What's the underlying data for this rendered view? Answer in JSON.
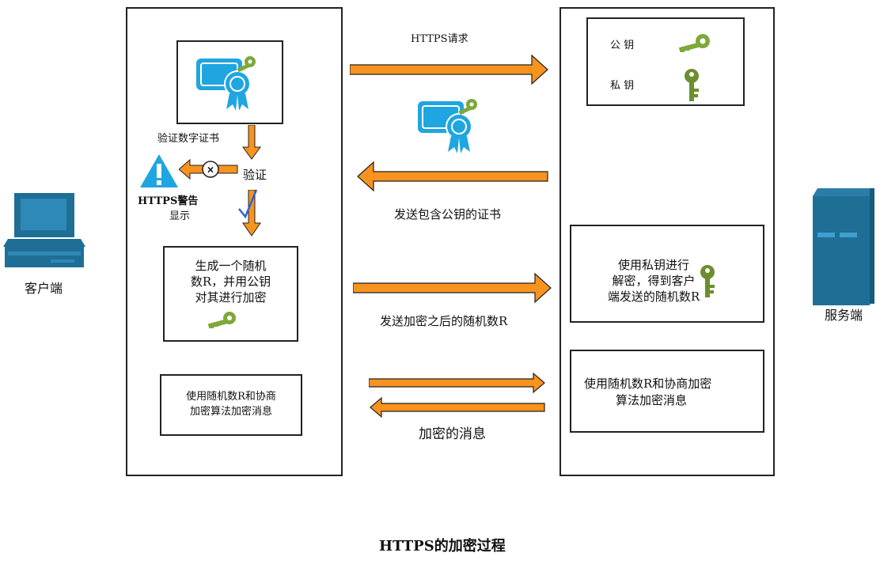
{
  "client": {
    "label": "客户端"
  },
  "server": {
    "label": "服务端"
  },
  "client_panel": {
    "verify_cert_label": "验证数字证书",
    "verify_label": "验证",
    "warning_label_line1": "HTTPS警告",
    "warning_label_line2": "显示",
    "gen_random_lines": [
      "生成一个随机",
      "数R，并用公钥",
      "对其进行加密"
    ],
    "encrypt_msg_lines": [
      "使用随机数R和协商",
      "加密算法加密消息"
    ]
  },
  "server_panel": {
    "public_key_label": "公 钥",
    "private_key_label": "私 钥",
    "decrypt_lines": [
      "使用私钥进行",
      "解密，得到客户",
      "端发送的随机数R"
    ],
    "encrypt_msg_lines": [
      "使用随机数R和协商加密",
      "算法加密消息"
    ]
  },
  "flows": {
    "https_request": "HTTPS请求",
    "send_cert": "发送包含公钥的证书",
    "send_random": "发送加密之后的随机数R",
    "encrypted_message": "加密的消息"
  },
  "caption": "HTTPS的加密过程",
  "colors": {
    "arrow_fill": "#f7931e",
    "arrow_stroke": "#222222",
    "cert_blue": "#1fa6e0",
    "key_green": "#7ea83a",
    "device_blue": "#1f6e96",
    "warning_blue": "#1fa6e0"
  }
}
